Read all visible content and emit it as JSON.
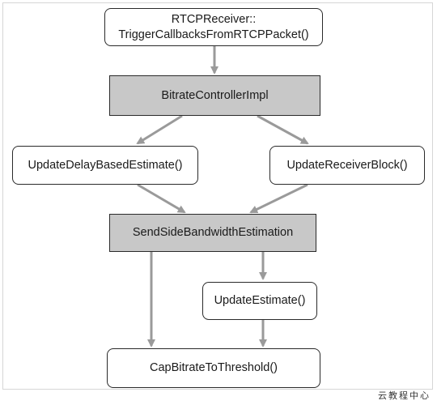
{
  "diagram": {
    "nodes": {
      "rtcp_receiver": {
        "line1": "RTCPReceiver::",
        "line2": "TriggerCallbacksFromRTCPPacket()"
      },
      "bitrate_controller": {
        "label": "BitrateControllerImpl"
      },
      "update_delay": {
        "label": "UpdateDelayBasedEstimate()"
      },
      "update_receiver_block": {
        "label": "UpdateReceiverBlock()"
      },
      "send_side_bwe": {
        "label": "SendSideBandwidthEstimation"
      },
      "update_estimate": {
        "label": "UpdateEstimate()"
      },
      "cap_bitrate": {
        "label": "CapBitrateToThreshold()"
      }
    },
    "colors": {
      "arrow": "#9a9a9a",
      "class_fill": "#c8c8c8",
      "border": "#2a2a2a"
    }
  },
  "watermark": "云教程中心"
}
